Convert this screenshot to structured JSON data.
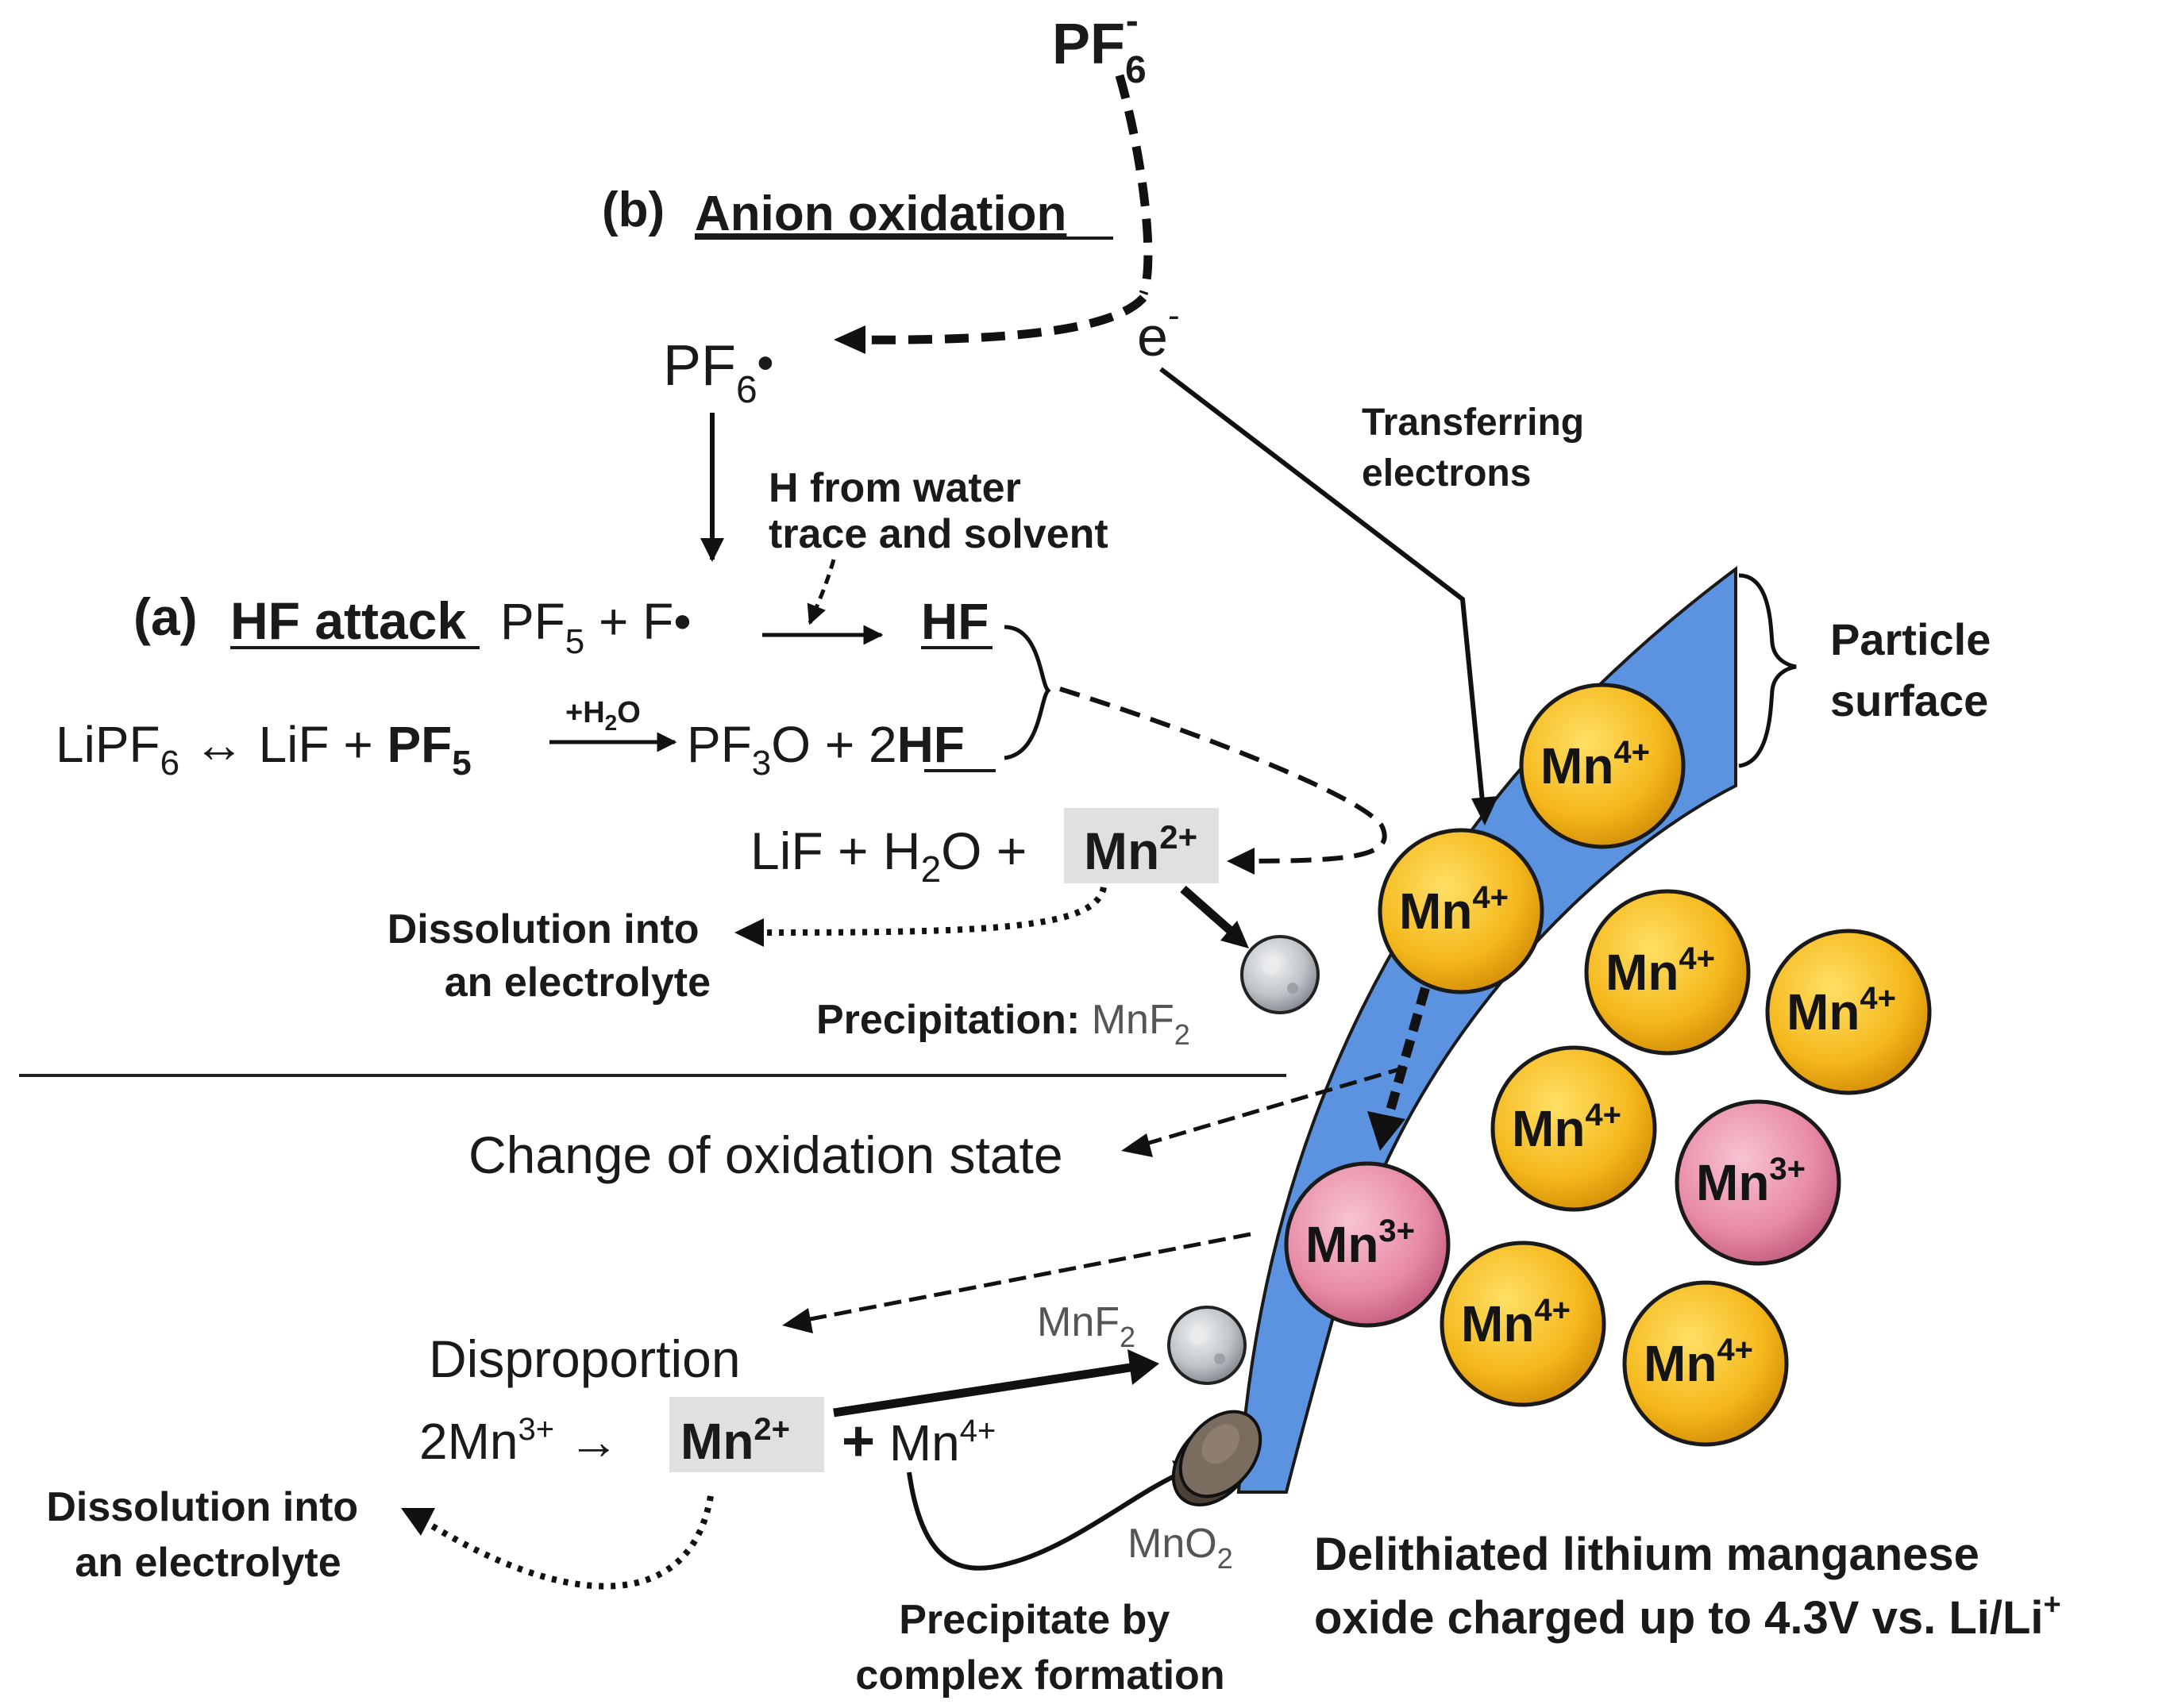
{
  "colors": {
    "surface_blue": "#5b93e0",
    "mn4_fill": "#f5b81c",
    "mn3_fill": "#e88aa5",
    "mn2_box": "#dfe0df",
    "mnf2_particle": "#c9cdd1",
    "mno2_particle": "#6e6256"
  },
  "text": {
    "pf6_minus": {
      "base": "PF",
      "sub": "6",
      "sup": "-"
    },
    "b_label": "(b)",
    "b_title": "Anion oxidation",
    "electron": {
      "base": "e",
      "sup": "-"
    },
    "pf6_radical": {
      "base": "PF",
      "sub": "6",
      "dot": "•"
    },
    "transferring_1": "Transferring",
    "transferring_2": "electrons",
    "h_source_1": "H from  water",
    "h_source_2": "trace and solvent",
    "a_label": "(a)",
    "a_title": "HF attack",
    "pf5_f": {
      "a": "PF",
      "sub": "5",
      "b": " + F•"
    },
    "hf": "HF",
    "lipf6_eq": {
      "a": "LiPF",
      "sub": "6",
      "b": " ↔ LiF + ",
      "bold": "PF",
      "bold_sub": "5"
    },
    "h2o_over": {
      "a": "+H",
      "sub": "2",
      "b": "O"
    },
    "pf3o": {
      "a": "PF",
      "sub": "3",
      "b": "O + 2",
      "bold": "HF"
    },
    "lif_h2o": {
      "a": "LiF + H",
      "sub": "2",
      "b": "O + "
    },
    "mn2_top": {
      "base": "Mn",
      "sup": "2+"
    },
    "dissolution_top_1": "Dissolution into",
    "dissolution_top_2": "an electrolyte",
    "precip_label": "Precipitation: ",
    "precip_mnf2": {
      "base": "MnF",
      "sub": "2"
    },
    "particle_surface_1": "Particle",
    "particle_surface_2": "surface",
    "change_oxidation": "Change of oxidation state",
    "disproportion": "Disproportion",
    "mnf2_label": {
      "base": "MnF",
      "sub": "2"
    },
    "disp_eq_a": {
      "base": "2Mn",
      "sup": "3+",
      "arrow": " →"
    },
    "mn2_bottom": {
      "base": "Mn",
      "sup": "2+"
    },
    "disp_eq_b": {
      "plus": "+",
      "base": " Mn",
      "sup": "4+"
    },
    "dissolution_bot_1": "Dissolution into",
    "dissolution_bot_2": "an electrolyte",
    "mno2_label": {
      "base": "MnO",
      "sub": "2"
    },
    "precipitate_complex_1": "Precipitate by",
    "precipitate_complex_2": "complex formation",
    "delithiated_1": "Delithiated lithium manganese",
    "delithiated_2": "oxide charged up to 4.3V vs. Li/Li",
    "delithiated_sup": "+"
  },
  "ions": [
    {
      "base": "Mn",
      "charge": "4+",
      "kind": "mn4"
    },
    {
      "base": "Mn",
      "charge": "4+",
      "kind": "mn4"
    },
    {
      "base": "Mn",
      "charge": "4+",
      "kind": "mn4"
    },
    {
      "base": "Mn",
      "charge": "4+",
      "kind": "mn4"
    },
    {
      "base": "Mn",
      "charge": "4+",
      "kind": "mn4"
    },
    {
      "base": "Mn",
      "charge": "3+",
      "kind": "mn3"
    },
    {
      "base": "Mn",
      "charge": "3+",
      "kind": "mn3"
    },
    {
      "base": "Mn",
      "charge": "4+",
      "kind": "mn4"
    },
    {
      "base": "Mn",
      "charge": "4+",
      "kind": "mn4"
    }
  ]
}
